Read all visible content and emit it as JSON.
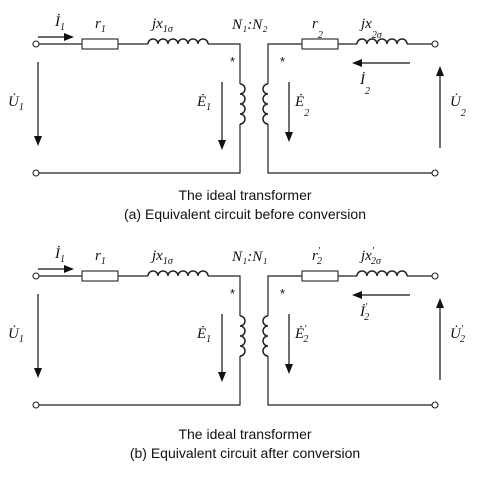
{
  "diagrams": [
    {
      "id": "a",
      "I1": "İ",
      "I1_sub": "1",
      "r1": "r",
      "r1_sub": "1",
      "x1_j": "jx",
      "x1_sub": "1σ",
      "ratio": "N₁:N₂",
      "r2": "r",
      "r2_sub": "2",
      "r2_prime": "",
      "x2_j": "jx",
      "x2_sub": "2σ",
      "x2_prime": "",
      "I2": "İ",
      "I2_sub": "2",
      "I2_prime": "",
      "U1": "U̇",
      "U1_sub": "1",
      "E1": "Ė",
      "E1_sub": "1",
      "E2": "Ė",
      "E2_sub": "2",
      "E2_prime": "",
      "U2": "U̇",
      "U2_sub": "2",
      "U2_prime": "",
      "dot": "*",
      "caption_line1": "The ideal transformer",
      "caption_line2": "(a) Equivalent circuit before conversion"
    },
    {
      "id": "b",
      "I1": "İ",
      "I1_sub": "1",
      "r1": "r",
      "r1_sub": "1",
      "x1_j": "jx",
      "x1_sub": "1σ",
      "ratio": "N₁:N₁",
      "r2": "r",
      "r2_sub": "2",
      "r2_prime": "′",
      "x2_j": "jx",
      "x2_sub": "2σ",
      "x2_prime": "′",
      "I2": "İ",
      "I2_sub": "2",
      "I2_prime": "′",
      "U1": "U̇",
      "U1_sub": "1",
      "E1": "Ė",
      "E1_sub": "1",
      "E2": "Ė",
      "E2_sub": "2",
      "E2_prime": "′",
      "U2": "U̇",
      "U2_sub": "2",
      "U2_prime": "′",
      "dot": "*",
      "caption_line1": "The ideal transformer",
      "caption_line2": "(b) Equivalent circuit after conversion"
    }
  ]
}
